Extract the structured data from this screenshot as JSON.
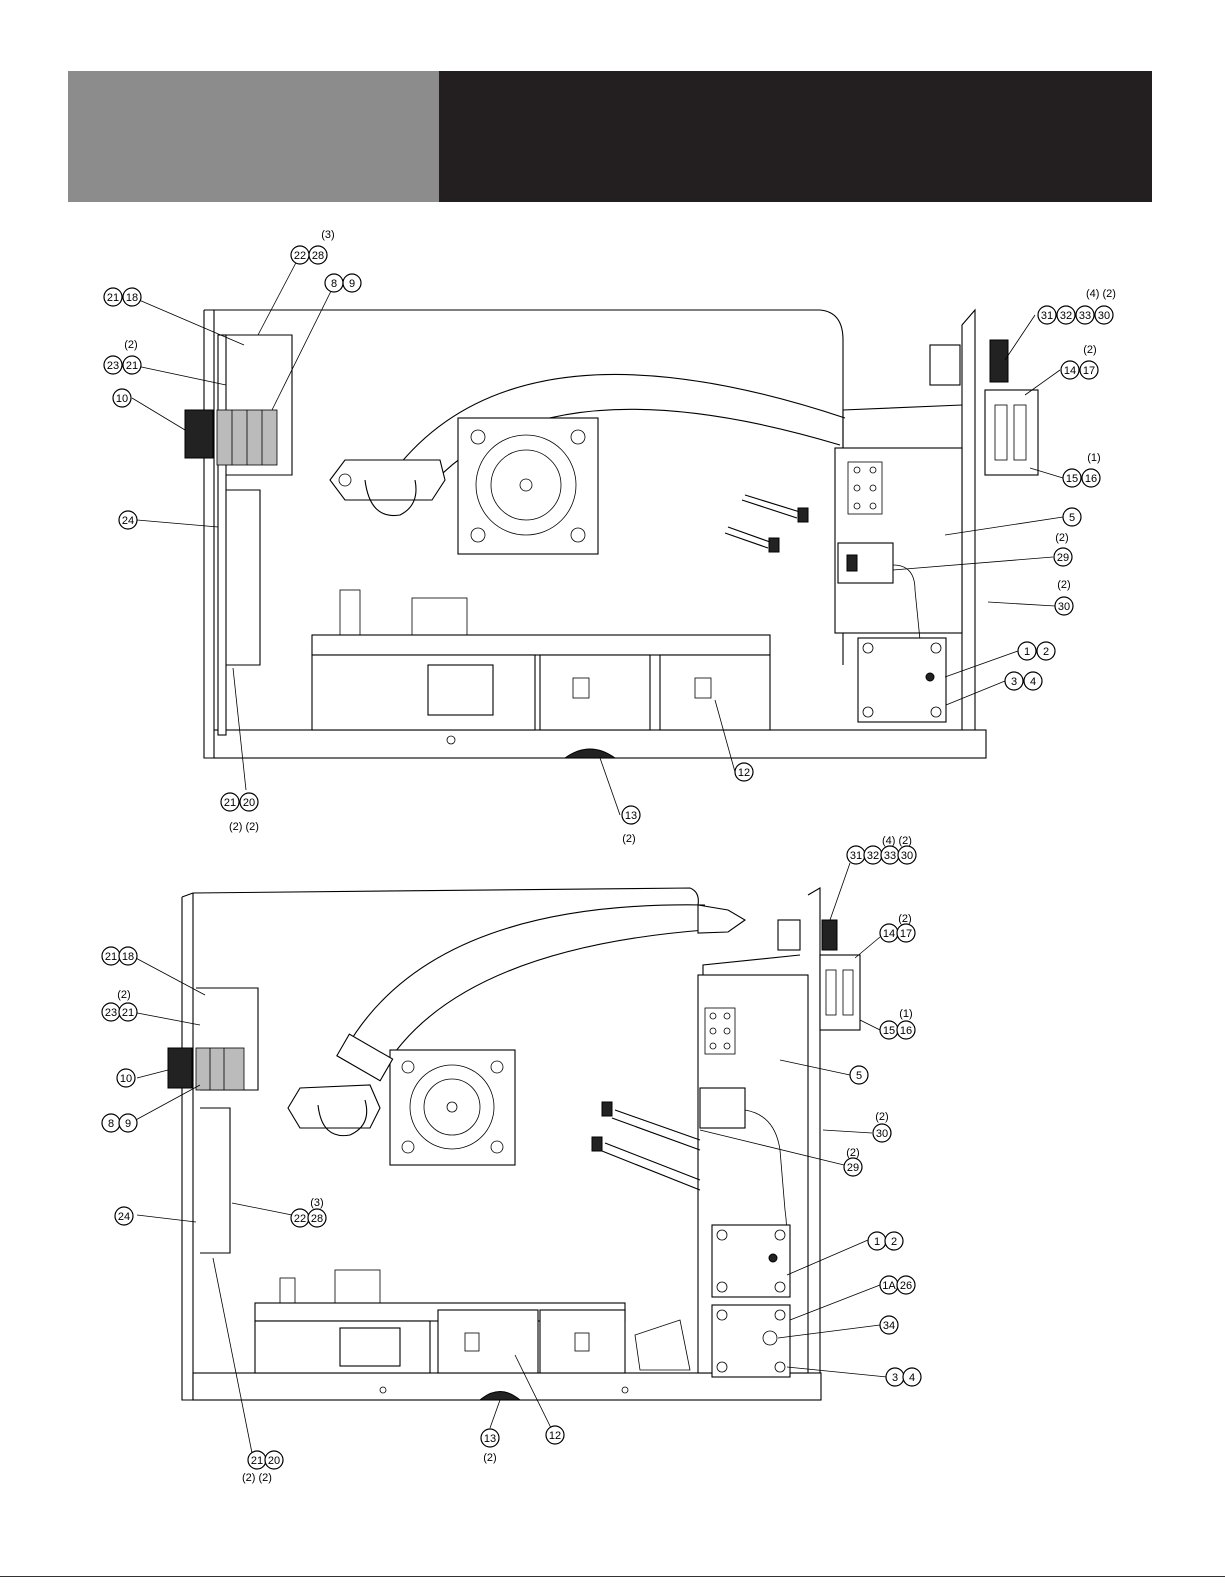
{
  "header": {
    "left_color": "#8c8c8c",
    "right_color": "#231f20"
  },
  "diagram_top": {
    "balloons": [
      {
        "id": "t-b22",
        "label": "22"
      },
      {
        "id": "t-b28",
        "label": "28"
      },
      {
        "id": "t-b8",
        "label": "8"
      },
      {
        "id": "t-b9",
        "label": "9"
      },
      {
        "id": "t-b21a",
        "label": "21"
      },
      {
        "id": "t-b18",
        "label": "18"
      },
      {
        "id": "t-b23",
        "label": "23"
      },
      {
        "id": "t-b21b",
        "label": "21"
      },
      {
        "id": "t-b10",
        "label": "10"
      },
      {
        "id": "t-b24",
        "label": "24"
      },
      {
        "id": "t-b31",
        "label": "31"
      },
      {
        "id": "t-b32",
        "label": "32"
      },
      {
        "id": "t-b33",
        "label": "33"
      },
      {
        "id": "t-b30a",
        "label": "30"
      },
      {
        "id": "t-b14",
        "label": "14"
      },
      {
        "id": "t-b17",
        "label": "17"
      },
      {
        "id": "t-b15",
        "label": "15"
      },
      {
        "id": "t-b16",
        "label": "16"
      },
      {
        "id": "t-b5",
        "label": "5"
      },
      {
        "id": "t-b29",
        "label": "29"
      },
      {
        "id": "t-b30b",
        "label": "30"
      },
      {
        "id": "t-b1",
        "label": "1"
      },
      {
        "id": "t-b2",
        "label": "2"
      },
      {
        "id": "t-b3",
        "label": "3"
      },
      {
        "id": "t-b4",
        "label": "4"
      },
      {
        "id": "t-b12",
        "label": "12"
      },
      {
        "id": "t-b13",
        "label": "13"
      },
      {
        "id": "t-b21c",
        "label": "21"
      },
      {
        "id": "t-b20",
        "label": "20"
      }
    ],
    "quantities": [
      {
        "id": "t-q3",
        "label": "(3)"
      },
      {
        "id": "t-q2a",
        "label": "(2)"
      },
      {
        "id": "t-q42",
        "label": "(4) (2)"
      },
      {
        "id": "t-q2b",
        "label": "(2)"
      },
      {
        "id": "t-q1",
        "label": "(1)"
      },
      {
        "id": "t-q2c",
        "label": "(2)"
      },
      {
        "id": "t-q2d",
        "label": "(2)"
      },
      {
        "id": "t-q2e",
        "label": "(2)"
      },
      {
        "id": "t-q22",
        "label": "(2) (2)"
      }
    ]
  },
  "diagram_bottom": {
    "balloons": [
      {
        "id": "b-b31",
        "label": "31"
      },
      {
        "id": "b-b32",
        "label": "32"
      },
      {
        "id": "b-b33",
        "label": "33"
      },
      {
        "id": "b-b30a",
        "label": "30"
      },
      {
        "id": "b-b14",
        "label": "14"
      },
      {
        "id": "b-b17",
        "label": "17"
      },
      {
        "id": "b-b15",
        "label": "15"
      },
      {
        "id": "b-b16",
        "label": "16"
      },
      {
        "id": "b-b21a",
        "label": "21"
      },
      {
        "id": "b-b18",
        "label": "18"
      },
      {
        "id": "b-b23",
        "label": "23"
      },
      {
        "id": "b-b21b",
        "label": "21"
      },
      {
        "id": "b-b10",
        "label": "10"
      },
      {
        "id": "b-b8",
        "label": "8"
      },
      {
        "id": "b-b9",
        "label": "9"
      },
      {
        "id": "b-b5",
        "label": "5"
      },
      {
        "id": "b-b30b",
        "label": "30"
      },
      {
        "id": "b-b29",
        "label": "29"
      },
      {
        "id": "b-b24",
        "label": "24"
      },
      {
        "id": "b-b22",
        "label": "22"
      },
      {
        "id": "b-b28",
        "label": "28"
      },
      {
        "id": "b-b1",
        "label": "1"
      },
      {
        "id": "b-b2",
        "label": "2"
      },
      {
        "id": "b-b1A",
        "label": "1A"
      },
      {
        "id": "b-b26",
        "label": "26"
      },
      {
        "id": "b-b34",
        "label": "34"
      },
      {
        "id": "b-b3",
        "label": "3"
      },
      {
        "id": "b-b4",
        "label": "4"
      },
      {
        "id": "b-b13",
        "label": "13"
      },
      {
        "id": "b-b12",
        "label": "12"
      },
      {
        "id": "b-b21c",
        "label": "21"
      },
      {
        "id": "b-b20",
        "label": "20"
      }
    ],
    "quantities": [
      {
        "id": "b-q42",
        "label": "(4) (2)"
      },
      {
        "id": "b-q2a",
        "label": "(2)"
      },
      {
        "id": "b-q1",
        "label": "(1)"
      },
      {
        "id": "b-q2b",
        "label": "(2)"
      },
      {
        "id": "b-q2c",
        "label": "(2)"
      },
      {
        "id": "b-q2d",
        "label": "(2)"
      },
      {
        "id": "b-q3",
        "label": "(3)"
      },
      {
        "id": "b-q2e",
        "label": "(2)"
      },
      {
        "id": "b-q22",
        "label": "(2) (2)"
      }
    ]
  }
}
